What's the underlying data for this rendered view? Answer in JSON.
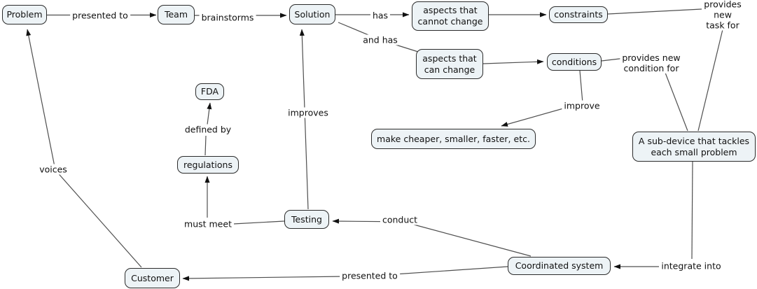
{
  "colors": {
    "background": "#ffffff",
    "node_fill": "#edf3f6",
    "node_border": "#2b2b2b",
    "line": "#4f4f4f",
    "arrow": "#111111",
    "text": "#111111"
  },
  "diagram": {
    "type": "concept-map",
    "nodes": {
      "problem": {
        "label": "Problem"
      },
      "team": {
        "label": "Team"
      },
      "solution": {
        "label": "Solution"
      },
      "aspects_cannot": {
        "label": "aspects that\ncannot change"
      },
      "constraints": {
        "label": "constraints"
      },
      "aspects_can": {
        "label": "aspects that\ncan change"
      },
      "conditions": {
        "label": "conditions"
      },
      "make_cheaper": {
        "label": "make cheaper, smaller, faster, etc."
      },
      "fda": {
        "label": "FDA"
      },
      "regulations": {
        "label": "regulations"
      },
      "testing": {
        "label": "Testing"
      },
      "coordinated": {
        "label": "Coordinated system"
      },
      "customer": {
        "label": "Customer"
      },
      "subdevice": {
        "label": "A sub-device that tackles\neach small problem"
      }
    },
    "edges": {
      "presented_to_top": {
        "label": "presented to",
        "from": "problem",
        "to": "team"
      },
      "brainstorms": {
        "label": "brainstorms",
        "from": "team",
        "to": "solution"
      },
      "has": {
        "label": "has",
        "from": "solution",
        "to": "aspects_cannot"
      },
      "and_has": {
        "label": "and has",
        "from": "solution",
        "to": "aspects_can"
      },
      "cannot_to_constraints": {
        "label": "",
        "from": "aspects_cannot",
        "to": "constraints"
      },
      "provides_new_task_for": {
        "label": "provides new\ntask for",
        "from": "constraints",
        "to": "subdevice"
      },
      "can_to_conditions": {
        "label": "",
        "from": "aspects_can",
        "to": "conditions"
      },
      "provides_new_condition_for": {
        "label": "provides new\ncondition for",
        "from": "conditions",
        "to": "subdevice"
      },
      "improve": {
        "label": "improve",
        "from": "conditions",
        "to": "make_cheaper"
      },
      "improves": {
        "label": "improves",
        "from": "testing",
        "to": "solution"
      },
      "must_meet": {
        "label": "must meet",
        "from": "testing",
        "to": "regulations"
      },
      "defined_by": {
        "label": "defined by",
        "from": "regulations",
        "to": "fda"
      },
      "voices": {
        "label": "voices",
        "from": "customer",
        "to": "problem"
      },
      "conduct": {
        "label": "conduct",
        "from": "coordinated",
        "to": "testing"
      },
      "presented_to_bottom": {
        "label": "presented to",
        "from": "coordinated",
        "to": "customer"
      },
      "integrate_into": {
        "label": "integrate into",
        "from": "subdevice",
        "to": "coordinated"
      }
    }
  }
}
